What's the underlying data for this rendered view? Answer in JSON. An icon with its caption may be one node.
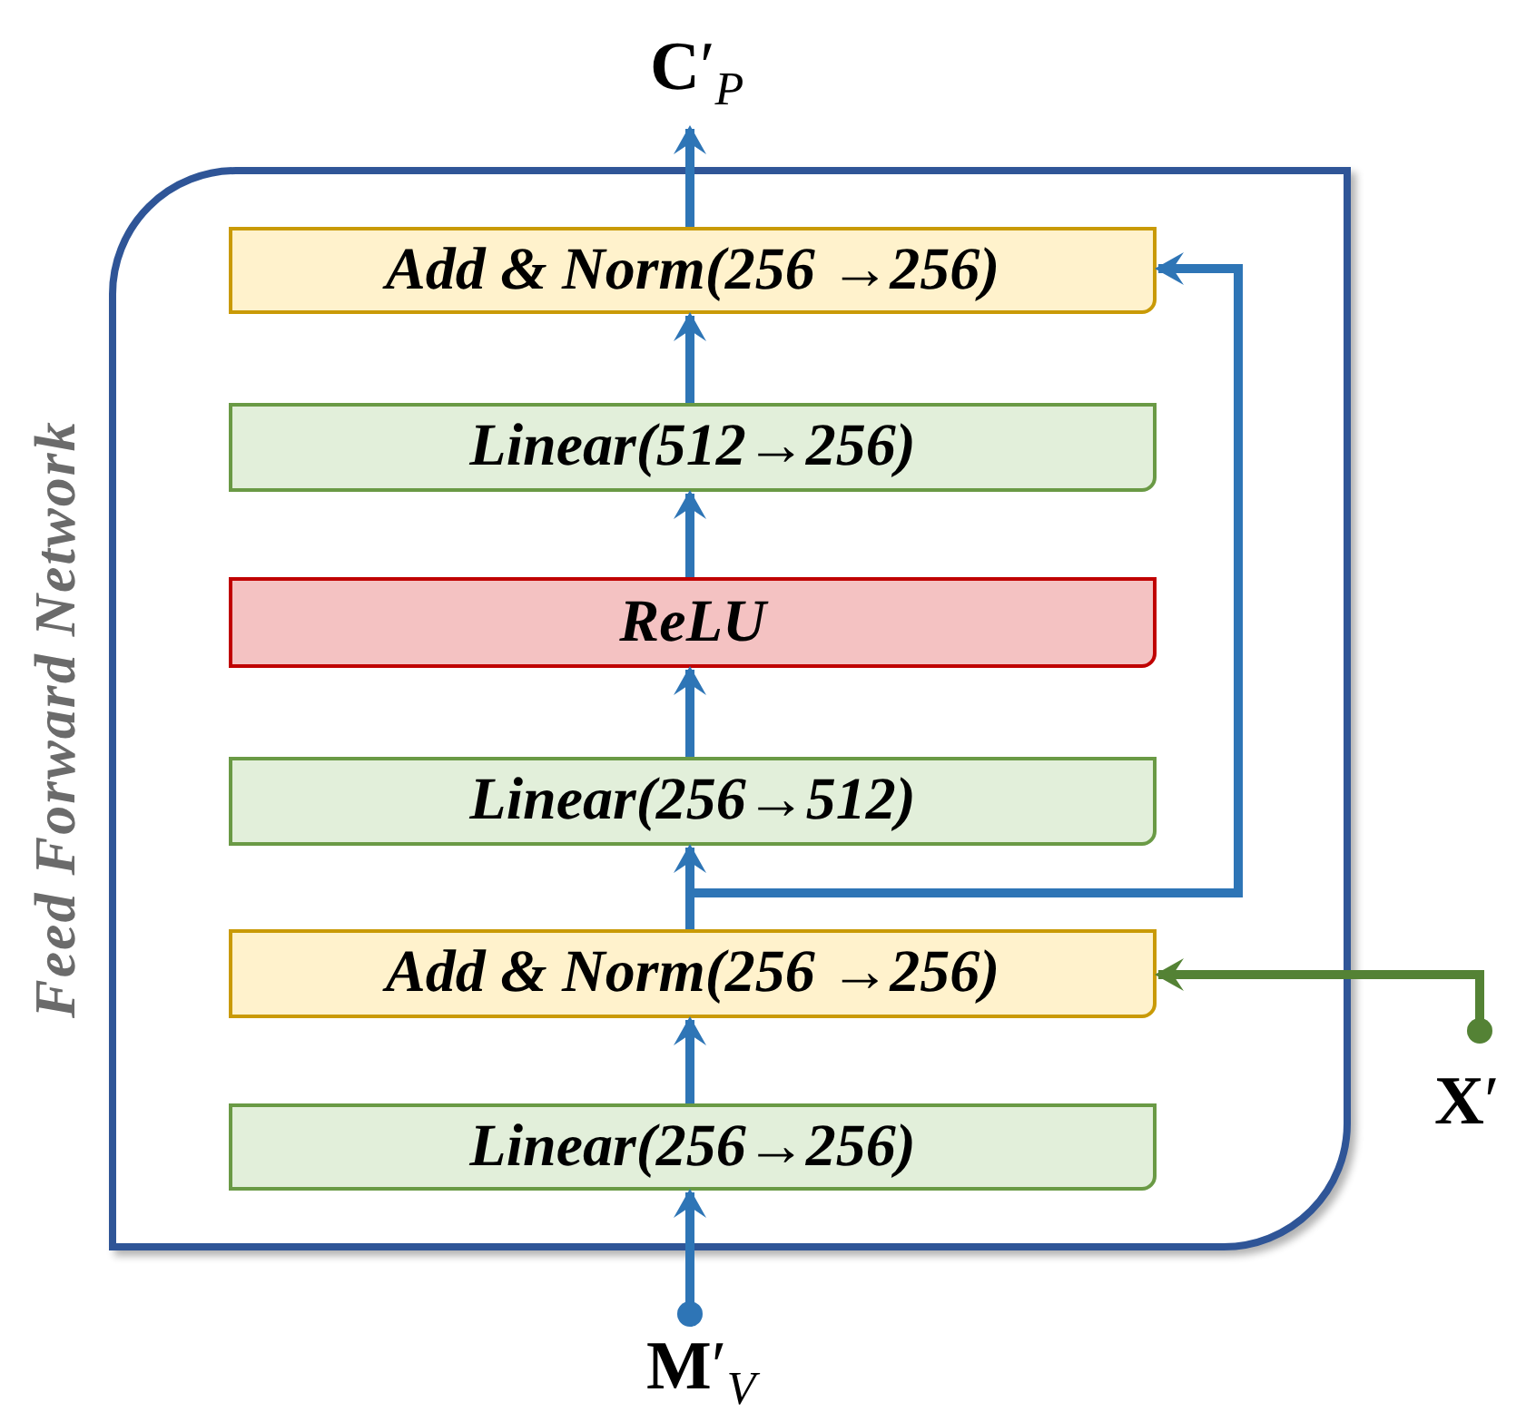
{
  "diagram": {
    "nodes": [
      {
        "text": [
          "Feed Forward Network"
        ]
      },
      {
        "text": [
          "Add & Norm(256 →256)"
        ],
        "in": 0
      },
      {
        "text": [
          "Linear(512→256)"
        ],
        "in": 0
      },
      {
        "text": [
          "ReLU"
        ],
        "in": 0
      },
      {
        "text": [
          "Linear(256→512)"
        ],
        "in": 0
      },
      {
        "text": [
          "Add & Norm(256 →256)"
        ],
        "in": 0
      },
      {
        "text": [
          "Linear(256→256)"
        ],
        "in": 0
      },
      {
        "text": [
          "**C**′$_{P}$"
        ]
      },
      {
        "text": [
          "**M**′$_{V}$"
        ]
      },
      {
        "text": [
          "**X**′"
        ]
      }
    ],
    "edges": [
      {
        "from": 8,
        "to": 6,
        "arrow": "to"
      },
      {
        "from": 6,
        "to": 5,
        "arrow": "to"
      },
      {
        "from": 5,
        "to": 4,
        "arrow": "to"
      },
      {
        "from": 4,
        "to": 3,
        "arrow": "to"
      },
      {
        "from": 3,
        "to": 2,
        "arrow": "to"
      },
      {
        "from": 2,
        "to": 1,
        "arrow": "to"
      },
      {
        "from": 1,
        "to": 7,
        "arrow": "to"
      },
      {
        "from": 5,
        "to": 1,
        "arrow": "to"
      },
      {
        "from": 9,
        "to": 5,
        "arrow": "to",
        "color": "#548235"
      }
    ]
  }
}
